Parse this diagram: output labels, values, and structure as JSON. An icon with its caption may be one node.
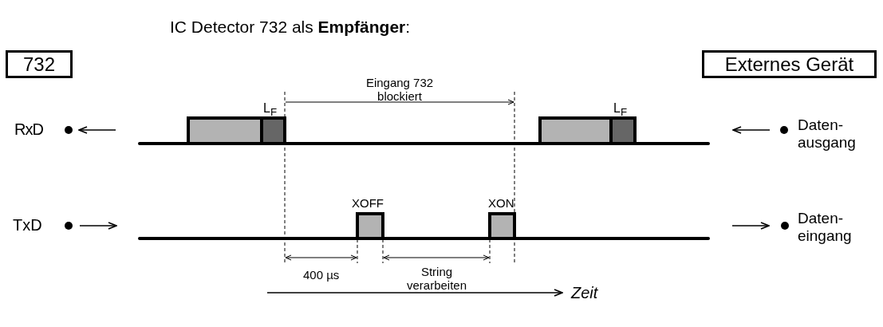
{
  "diagram": {
    "title": "IC Detector 732 als **Empfänger**:",
    "nodes": [
      {
        "text": [
          "732"
        ]
      },
      {
        "text": [
          "Externes Gerät"
        ]
      }
    ],
    "labels": [
      "Eingang 732 blockiert",
      "L$_{F}$",
      "L$_{F}$",
      "RxD",
      "Daten- ausgang",
      "XOFF",
      "XON",
      "TxD",
      "Daten- eingang",
      "400 µs",
      "String verarbeiten",
      "Zeit"
    ]
  }
}
